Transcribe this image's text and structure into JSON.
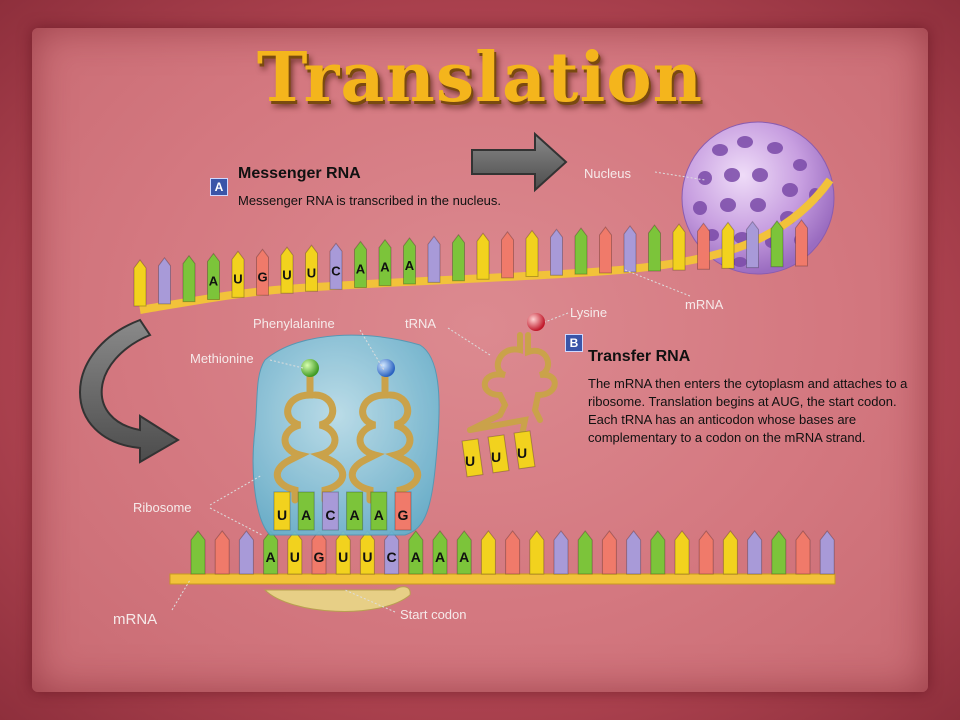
{
  "title": "Translation",
  "section_a": {
    "badge": "A",
    "heading": "Messenger RNA",
    "text": "Messenger RNA is transcribed in the nucleus."
  },
  "section_b": {
    "badge": "B",
    "heading": "Transfer RNA",
    "text": "The mRNA then enters the cytoplasm and attaches to a ribosome. Translation begins at AUG, the start codon.  Each tRNA has an anticodon whose bases are complementary to a codon on the mRNA strand."
  },
  "labels": {
    "nucleus": "Nucleus",
    "mrna_top": "mRNA",
    "lysine": "Lysine",
    "trna": "tRNA",
    "phenylalanine": "Phenylalanine",
    "methionine": "Methionine",
    "ribosome": "Ribosome",
    "mrna_bottom": "mRNA",
    "start_codon": "Start codon"
  },
  "top_strand_bases": [
    "A",
    "U",
    "G",
    "U",
    "U",
    "C",
    "A",
    "A",
    "A"
  ],
  "bottom_strand_bases": [
    "A",
    "U",
    "G",
    "U",
    "U",
    "C",
    "A",
    "A",
    "A"
  ],
  "anticodons": [
    "U",
    "A",
    "C",
    "A",
    "A",
    "G"
  ],
  "free_trna_anticodon": [
    "U",
    "U",
    "U"
  ],
  "colors": {
    "adenine": "#7cc43a",
    "uracil": "#f2d21e",
    "guanine": "#f07a6a",
    "cytosine": "#a89ad8",
    "trna": "#caa24a",
    "ribosome": "#7fc7e0",
    "nucleus": "#c79ee0",
    "title": "#f4b51c"
  }
}
